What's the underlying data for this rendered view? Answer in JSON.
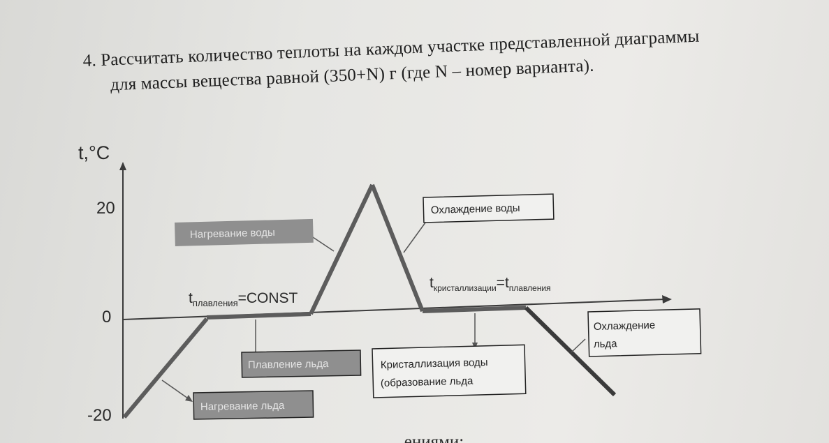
{
  "task": {
    "line1": "4. Рассчитать количество теплоты на каждом участке представленной диаграммы",
    "line2": "для массы вещества равной (350+N) г (где N – номер варианта)."
  },
  "axes": {
    "y_label": "t,°C",
    "tick_20": "20",
    "tick_0": "0",
    "tick_minus20": "-20"
  },
  "formulas": {
    "melting_const": {
      "t": "t",
      "sub": "плавления",
      "rest": "=CONST"
    },
    "cryst_eq": {
      "t1": "t",
      "sub1": "кристаллизации",
      "eq": "=",
      "t2": "t",
      "sub2": "плавления"
    }
  },
  "labels": {
    "heating_water": "Нагревание воды",
    "cooling_water": "Охлаждение воды",
    "melting_ice": "Плавление льда",
    "crystallization_1": "Кристаллизация воды",
    "crystallization_2": "(образование льда",
    "cooling_ice_1": "Охлаждение",
    "cooling_ice_2": "льда",
    "heating_ice": "Нагревание льда"
  },
  "bottom_fragment": "...ениями:",
  "colors": {
    "curve": "#5c5c5c",
    "box_dark": "#8f8f8f",
    "box_text_light": "#e4e4e4",
    "box_text_dark": "#222222"
  }
}
